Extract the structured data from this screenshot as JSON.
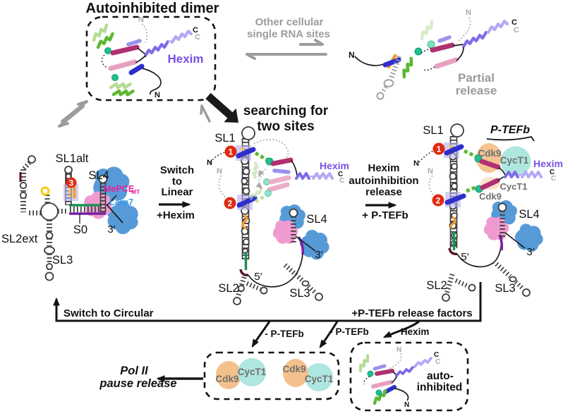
{
  "palette": {
    "rna": "#3c3c3c",
    "grayTxt": "#9c9c9c",
    "heximTxt": "#7a50e0",
    "heximHelix": "#7f6ae8",
    "heximHelixLight": "#b5a8f5",
    "green": "#5cb832",
    "greenLight": "#b4dc96",
    "teal": "#1fc08f",
    "tealLight": "#7fe0c0",
    "crimson": "#b03070",
    "pink": "#e9a0c0",
    "blueRod": "#2e2ecc",
    "slateRod": "#9a92ec",
    "lavender": "#b9b2ef",
    "yellow": "#f6cf0e",
    "orange": "#f79b2a",
    "badgeRed": "#e02a12",
    "cdk9Fill": "#f4c18c",
    "cyct1Fill": "#aee6e0",
    "proteinTxt": "#6f6f6f",
    "larp7Fill": "#569ad8",
    "larp7Txt": "#3f9bea",
    "mepceFill": "#ef9bd0",
    "mepceTxt": "#e8219c",
    "maroon": "#571426",
    "purpleSeg": "#7a1fa0",
    "greenSeg": "#1d9152"
  },
  "top": {
    "title": "Autoinhibited dimer",
    "other_sites": [
      "Other cellular",
      "single RNA sites"
    ],
    "partial": [
      "Partial",
      "release"
    ],
    "searching": [
      "searching for",
      "two sites"
    ]
  },
  "common": {
    "hexim": "Hexim",
    "n": "N",
    "c": "C",
    "five_prime": "5′",
    "three_prime": "3′",
    "cdk9": "Cdk9",
    "cyct1": "CycT1"
  },
  "left": {
    "sl1alt": "SL1alt",
    "sl4": "SL4",
    "mepce": "MePCE",
    "mepce_sub": "MT",
    "larp7": "Larp7",
    "s0": "S0",
    "sl2ext": "SL2ext",
    "sl3": "SL3",
    "badge3": "3"
  },
  "center": {
    "sl1": "SL1",
    "badge1": "1",
    "badge2": "2",
    "sl2": "SL2",
    "sl3": "SL3",
    "sl4": "SL4"
  },
  "right": {
    "sl1": "SL1",
    "badge1": "1",
    "badge2": "2",
    "sl2": "SL2",
    "sl3": "SL3",
    "sl4": "SL4",
    "ptefb": "P-TEFb"
  },
  "process": {
    "switch_linear": [
      "Switch",
      "to",
      "Linear"
    ],
    "plus_hexim": "+Hexim",
    "hexim_release": [
      "Hexim",
      "autoinhibition",
      "release"
    ],
    "plus_ptefb": "+ P-TEFb",
    "switch_circular": "Switch to Circular",
    "release_factors": "+P-TEFb release factors",
    "minus_ptefb": "- P-TEFb",
    "minus_hexim": "- Hexim"
  },
  "bottom": {
    "pol_ii": [
      "Pol II",
      "pause release"
    ],
    "auto_inhibited": [
      "auto-",
      "inhibited"
    ]
  }
}
